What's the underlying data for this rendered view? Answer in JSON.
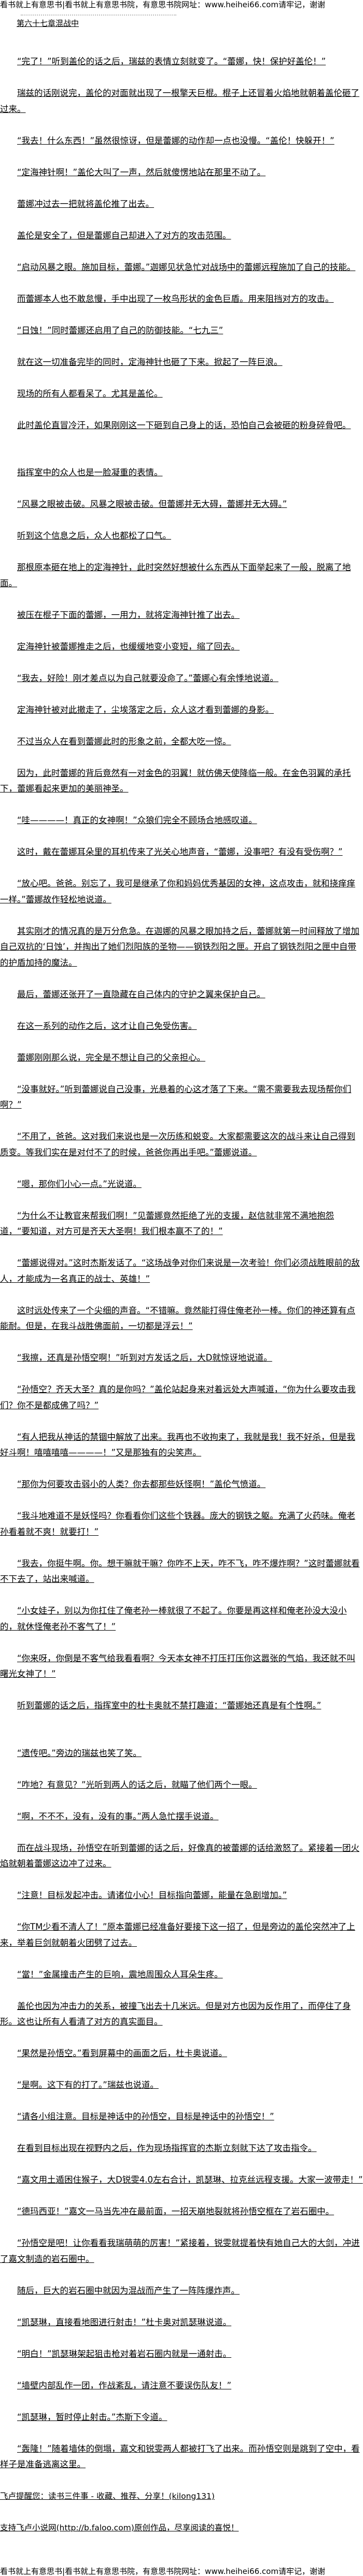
{
  "site_banner": "看书就上有意思书|看书就上有意思书院，有意思书院网址：www.heihei66.com请牢记，谢谢",
  "chapter_title": "第六十七章混战中",
  "paragraphs": [
    "“完了！”听到盖伦的话之后，瑞兹的表情立刻就变了。“蕾娜，快！保护好盖伦！”",
    "瑞兹的话刚说完，盖伦的对面就出现了一根擎天巨棍。棍子上还冒着火焰地就朝着盖伦砸了过来。",
    "“我去！什么东西！”虽然很惊讶，但是蕾娜的动作却一点也没慢。“盖伦！快躲开！”",
    "“定海神针啊！”盖伦大叫了一声，然后就傻愣地站在那里不动了。",
    "蕾娜冲过去一把就将盖伦推了出去。",
    "盖伦是安全了，但是蕾娜自己却进入了对方的攻击范围。",
    "“启动风暴之眼。施加目标，蕾娜。”迦娜见状急忙对战场中的蕾娜远程施加了自己的技能。",
    "而蕾娜本人也不敢怠慢，手中出现了一枚鸟形状的金色巨盾。用来阻挡对方的攻击。",
    "“日蚀！”同时蕾娜还启用了自己的防御技能。“七九三”",
    "就在这一切准备完毕的同时，定海神针也砸了下来。掀起了一阵巨浪。",
    "现场的所有人都看呆了。尤其是盖伦。",
    "此时盖伦直冒冷汗，如果刚刚这一下砸到自己身上的话，恐怕自己会被砸的粉身碎骨吧。",
    "指挥室中的众人也是一脸凝重的表情。",
    "“风暴之眼被击破。风暴之眼被击破。但蕾娜并无大碍，蕾娜并无大碍。”",
    "听到这个信息之后，众人也都松了口气。",
    "那根原本砸在地上的定海神针，此时突然好想被什么东西从下面举起来了一般，脱离了地面。",
    "被压在棍子下面的蕾娜，一用力，就将定海神针推了出去。",
    "定海神针被蕾娜推走之后，也缓缓地变小变短，缩了回去。",
    "“我去，好险！刚才差点以为自己就要没命了。”蕾娜心有余悸地说道。",
    "定海神针被对此撤走了，尘埃落定之后，众人这才看到蕾娜的身影。",
    "不过当众人在看到蕾娜此时的形象之前，全都大吃一惊。",
    "因为，此时蕾娜的背后竟然有一对金色的羽翼！就仿佛天使降临一般。在金色羽翼的承托下，蕾娜看起来更加的美丽神圣。",
    "“哇————！真正的女神啊！”众狼们完全不顾场合地感叹道。",
    "这时，戴在蕾娜耳朵里的耳机传来了光关心地声音，“蕾娜，没事吧？有没有受伤啊？”",
    "“放心吧。爸爸。别忘了，我可是继承了你和妈妈优秀基因的女神，这点攻击，就和挠痒痒一样。”蕾娜故作轻松地说道。",
    "其实刚才的情况真的是万分危急。在迦娜的风暴之眼加持之后，蕾娜就第一时间释放了增加自己双抗的‘日蚀’，并掏出了她们烈阳族的圣物——钢铁烈阳之匣。开启了钢铁烈阳之匣中自带的护盾加持的魔法。",
    "最后，蕾娜还张开了一直隐藏在自己体内的守护之翼来保护自己。",
    "在这一系列的动作之后，这才让自己免受伤害。",
    "蕾娜刚刚那么说，完全是不想让自己的父亲担心。",
    "“没事就好。”听到蕾娜说自己没事，光悬着的心这才落了下来。“需不需要我去现场帮你们啊？”",
    "“不用了，爸爸。这对我们来说也是一次历练和蜕变。大家都需要这次的战斗来让自己得到质变。等我们实在是对付不了的时候，爸爸你再出手吧。”蕾娜说道。",
    "“嗯，那你们小心一点。”光说道。",
    "“为什么不让教官来帮我们啊！”见蕾娜竟然拒绝了光的支援，赵信就非常不满地抱怨道，“要知道，对方可是齐天大圣啊！我们根本赢不了的！”",
    "“蕾娜说得对。”这时杰斯发话了。“这场战争对你们来说是一次考验！你们必须战胜眼前的敌人，才能成为一名真正的战士、英雄！”",
    "这时远处传来了一个尖细的声音。“不错嘛。竟然能打得住俺老孙一棒。你们的神还算有点能耐。但是，在我斗战胜佛面前，一切都是浮云！”",
    "“我擦，还真是孙悟空啊！”听到对方发话之后，大D就惊讶地说道。",
    "“孙悟空？齐天大圣？真的是你吗？”盖伦站起身来对着远处大声喊道，“你为什么要攻击我们？你不是都成佛了吗？”",
    "“有人把我从神话的禁锢中解放了出来。我再也不收拘束了，我就是我！我不好杀，但是我好斗啊！嘻嘻嘻嘻————！”又是那独有的尖笑声。",
    "“那你为何要攻击弱小的人类？你去都那些妖怪啊！”盖伦气愤道。",
    "“我斗地难道不是妖怪吗？你看看你们这些个铁器。庞大的钢铁之躯。充满了火药味。俺老孙看着就不爽！就要打！”",
    "“我去，你挺牛啊。你。想干嘛就干嘛？你咋不上天，咋不飞，咋不爆炸啊？”这时蕾娜就看不下去了，站出来喊道。",
    "“小女娃子，别以为你扛住了俺老孙一棒就很了不起了。你要是再这样和俺老孙没大没小的，就休怪俺老孙不客气了！”",
    "“你来呀，你倒是不客气给我看看啊？今天本女神不打压打压你这嚣张的气焰，我还就不叫曙光女神了！”",
    "听到蕾娜的话之后，指挥室中的杜卡奥就不禁打趣道：“蕾娜她还真是有个性啊。”",
    "“遗传吧。”旁边的瑞兹也笑了笑。",
    "“咋地？有意见？”光听到两人的话之后，就瞄了他们两个一眼。",
    "“啊，不不不，没有，没有的事。”两人急忙摆手说道。",
    "而在战斗现场，孙悟空在听到蕾娜的话之后，好像真的被蕾娜的话给激怒了。紧接着一团火焰就朝着蕾娜这边冲了过来。",
    "“注意！目标发起冲击。请诸位小心！目标指向蕾娜，能量在急剧增加。”",
    "“你TM少看不清人了！”原本蕾娜已经准备好要接下这一招了，但是旁边的盖伦突然冲了上来，举着巨剑就朝着火团劈了过去。",
    "“當！”金属撞击产生的巨响，震地周围众人耳朵生疼。",
    "盖伦也因为冲击力的关系，被撞飞出去十几米远。但是对方也因为反作用了，而停住了身形。这也让所有人看清了对方的真实面目。",
    "“果然是孙悟空。”看到屏幕中的画面之后，杜卡奥说道。",
    "“是啊。这下有的打了。”瑞兹也说道。",
    "“请各小组注意。目标是神话中的孙悟空，目标是神话中的孙悟空！”",
    "在看到目标出现在视野内之后，作为现场指挥官的杰斯立刻就下达了攻击指令。",
    "“嘉文用土遁困住猴子，大D锐雯4.0左右合计，凯瑟琳、拉克丝远程支援。大家一波带走！”",
    "“德玛西亚！”嘉文一马当先冲在最前面，一招天崩地裂就将孙悟空框在了岩石圈中。",
    "“孙悟空是吧！让你看看我瑞萌萌的厉害！”紧接着，锐雯就提着快有她自己大的大剑，冲进了嘉文制造的岩石圈中。",
    "随后，巨大的岩石圈中就因为混战而产生了一阵阵爆炸声。",
    "“凯瑟琳，直接看地图进行射击！”杜卡奥对凯瑟琳说道。",
    "“明白！”凯瑟琳架起狙击枪对着岩石圈内就是一通射击。",
    "“墙壁内部乱作一团，作战紊乱，请注意不要误伤队友！”",
    "“凯瑟琳，暂时停止射击。”杰斯下令道。",
    "“轰隆！”随着墙体的倒塌，嘉文和锐雯两人都被打飞了出来。而孙悟空则是跳到了空中，看样子是准备逃离这里。"
  ],
  "footer": {
    "reminder": "飞卢提醒您：读书三件事 - 收藏、推荐、分享！(kilong131)",
    "support": "支持飞卢小说网(http://b.faloo.com)原创作品，尽享阅读的喜悦！"
  }
}
